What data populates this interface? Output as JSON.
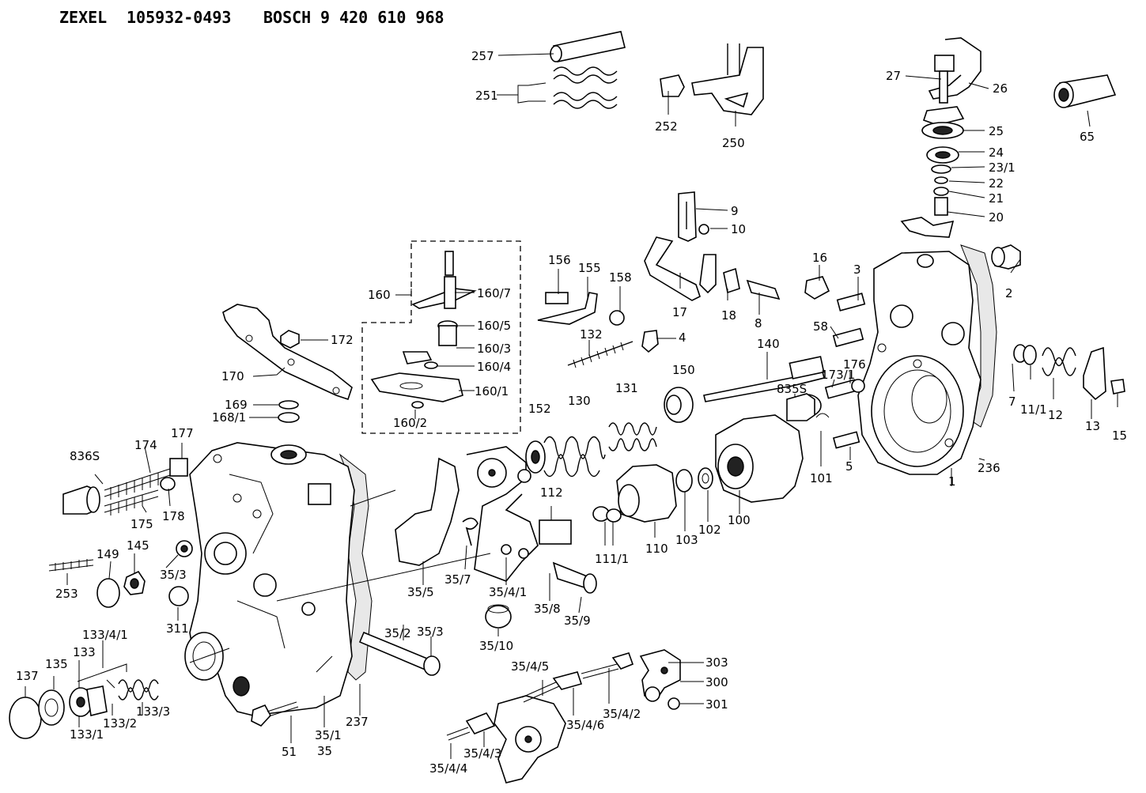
{
  "header": {
    "brand1": "ZEXEL",
    "number1": "105932-0493",
    "brand2": "BOSCH",
    "number2": "9 420 610 968"
  },
  "labels": {
    "p257": "257",
    "p251": "251",
    "p252": "252",
    "p250": "250",
    "p27": "27",
    "p26": "26",
    "p25": "25",
    "p24": "24",
    "p23_1": "23/1",
    "p22": "22",
    "p21": "21",
    "p20": "20",
    "p65": "65",
    "p9": "9",
    "p10": "10",
    "p2": "2",
    "p16": "16",
    "p3": "3",
    "p156": "156",
    "p155": "155",
    "p158": "158",
    "p17": "17",
    "p18": "18",
    "p8": "8",
    "p160": "160",
    "p160_7": "160/7",
    "p160_5": "160/5",
    "p160_3": "160/3",
    "p160_4": "160/4",
    "p160_1": "160/1",
    "p160_2": "160/2",
    "p172": "172",
    "p170": "170",
    "p169": "169",
    "p168_1": "168/1",
    "p132": "132",
    "p4": "4",
    "p58": "58",
    "p140": "140",
    "p176": "176",
    "p173_1": "173/1",
    "p836s": "836S",
    "p174": "174",
    "p177": "177",
    "p175": "175",
    "p178": "178",
    "p152": "152",
    "p130": "130",
    "p131": "131",
    "p150": "150",
    "p835s": "835S",
    "p7": "7",
    "p11_1": "11/1",
    "p12": "12",
    "p13": "13",
    "p15": "15",
    "p236": "236",
    "p1": "1",
    "p5": "5",
    "p101": "101",
    "p100": "100",
    "p102": "102",
    "p103": "103",
    "p110": "110",
    "p111_1": "111/1",
    "p112": "112",
    "p145": "145",
    "p149": "149",
    "p253": "253",
    "p35_3a": "35/3",
    "p311": "311",
    "p35_5": "35/5",
    "p35_7": "35/7",
    "p35_4_1": "35/4/1",
    "p35_8": "35/8",
    "p35_9": "35/9",
    "p35_10": "35/10",
    "p35_2": "35/2",
    "p35_3b": "35/3",
    "p133_4_1": "133/4/1",
    "p133": "133",
    "p135": "135",
    "p137": "137",
    "p133_1": "133/1",
    "p133_2": "133/2",
    "p133_3": "133/3",
    "p51": "51",
    "p35_1": "35/1",
    "p35": "35",
    "p237": "237",
    "p35_4_5": "35/4/5",
    "p35_4_2": "35/4/2",
    "p35_4_6": "35/4/6",
    "p35_4_3": "35/4/3",
    "p35_4_4": "35/4/4",
    "p303": "303",
    "p300": "300",
    "p301": "301"
  }
}
